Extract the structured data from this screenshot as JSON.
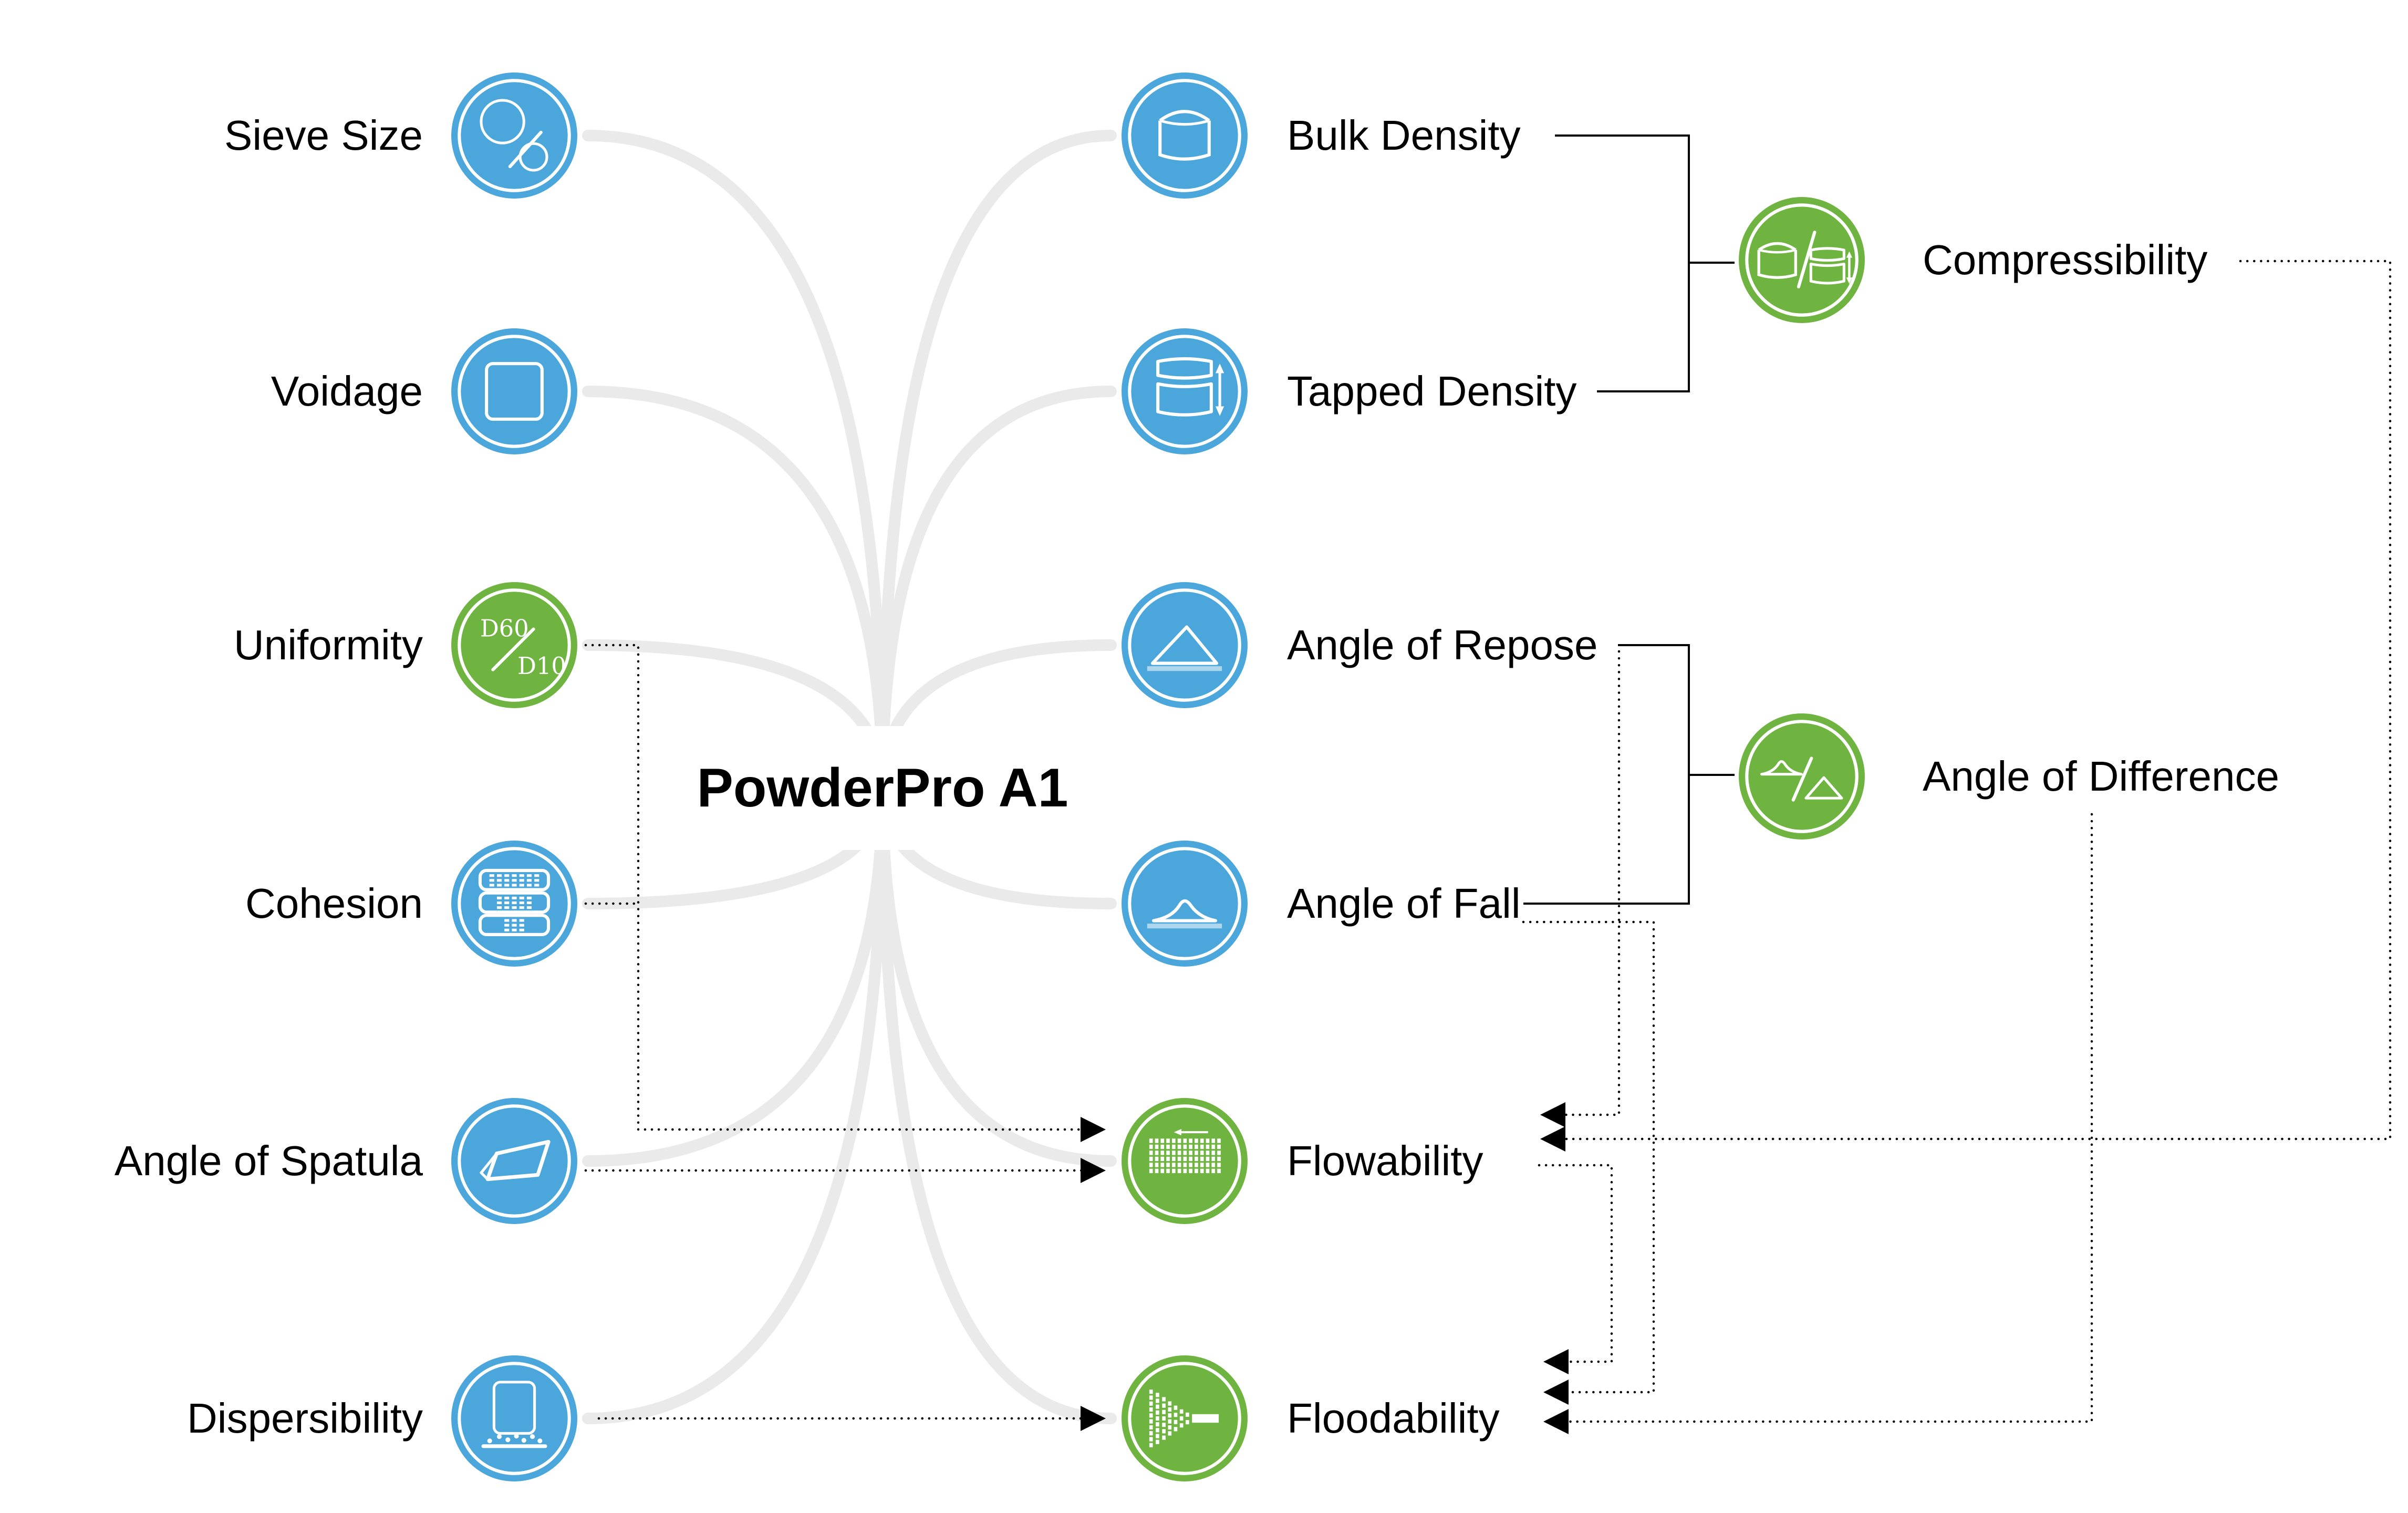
{
  "title": "PowderPro A1",
  "colors": {
    "node_blue": "#4BA6DB",
    "node_green": "#6FB440",
    "curve_gray": "#EAEAEA",
    "line_black": "#000000",
    "background": "#FFFFFF"
  },
  "nodes": [
    {
      "id": "sieve-size",
      "label": "Sieve Size",
      "icon": "sieve-size-icon",
      "color": "blue"
    },
    {
      "id": "voidage",
      "label": "Voidage",
      "icon": "voidage-icon",
      "color": "blue"
    },
    {
      "id": "uniformity",
      "label": "Uniformity",
      "icon": "uniformity-ratio-icon",
      "color": "green",
      "icon_text_top": "D60",
      "icon_text_bottom": "D10"
    },
    {
      "id": "cohesion",
      "label": "Cohesion",
      "icon": "cohesion-icon",
      "color": "blue"
    },
    {
      "id": "angle-of-spatula",
      "label": "Angle of Spatula",
      "icon": "spatula-icon",
      "color": "blue"
    },
    {
      "id": "dispersibility",
      "label": "Dispersibility",
      "icon": "dispersibility-icon",
      "color": "blue"
    },
    {
      "id": "bulk-density",
      "label": "Bulk Density",
      "icon": "bulk-density-icon",
      "color": "blue"
    },
    {
      "id": "tapped-density",
      "label": "Tapped Density",
      "icon": "tapped-density-icon",
      "color": "blue"
    },
    {
      "id": "angle-of-repose",
      "label": "Angle of Repose",
      "icon": "angle-of-repose-icon",
      "color": "blue"
    },
    {
      "id": "angle-of-fall",
      "label": "Angle of Fall",
      "icon": "angle-of-fall-icon",
      "color": "blue"
    },
    {
      "id": "flowability",
      "label": "Flowability",
      "icon": "flowability-icon",
      "color": "green"
    },
    {
      "id": "floodability",
      "label": "Floodability",
      "icon": "floodability-icon",
      "color": "green"
    },
    {
      "id": "compressibility",
      "label": "Compressibility",
      "icon": "compressibility-icon",
      "color": "green"
    },
    {
      "id": "angle-of-difference",
      "label": "Angle of Difference",
      "icon": "angle-of-difference-icon",
      "color": "green"
    }
  ],
  "relations": [
    {
      "from": "uniformity",
      "to": "flowability",
      "type": "dotted-arrow"
    },
    {
      "from": "cohesion",
      "to": "flowability",
      "type": "dotted-arrow"
    },
    {
      "from": "angle-of-spatula",
      "to": "flowability",
      "type": "dotted-arrow"
    },
    {
      "from": "dispersibility",
      "to": "floodability",
      "type": "dotted-arrow"
    },
    {
      "from": "angle-of-repose",
      "to": "flowability",
      "type": "dotted-arrow"
    },
    {
      "from": "angle-of-fall",
      "to": "floodability",
      "type": "dotted-arrow"
    },
    {
      "from": "flowability",
      "to": "floodability",
      "type": "dotted-arrow"
    },
    {
      "from": "compressibility",
      "to": "flowability",
      "type": "dotted-arrow"
    },
    {
      "from": "angle-of-difference",
      "to": "floodability",
      "type": "dotted-arrow"
    },
    {
      "from": "bulk-density",
      "to": "compressibility",
      "type": "bracket"
    },
    {
      "from": "tapped-density",
      "to": "compressibility",
      "type": "bracket"
    },
    {
      "from": "angle-of-repose",
      "to": "angle-of-difference",
      "type": "bracket"
    },
    {
      "from": "angle-of-fall",
      "to": "angle-of-difference",
      "type": "bracket"
    }
  ]
}
